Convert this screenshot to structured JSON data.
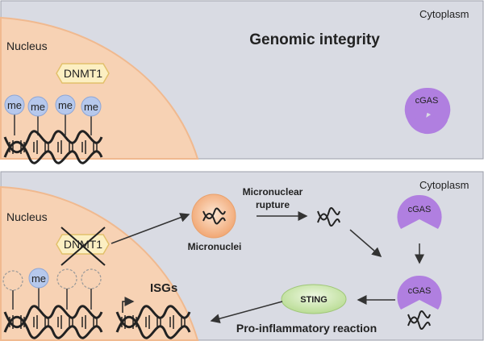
{
  "top_panel": {
    "nucleus_label": "Nucleus",
    "cytoplasm_label": "Cytoplasm",
    "title": "Genomic integrity",
    "dnmt1_label": "DNMT1",
    "methyl_labels": [
      "me",
      "me",
      "me",
      "me"
    ],
    "cgas_label": "cGAS"
  },
  "bottom_panel": {
    "nucleus_label": "Nucleus",
    "cytoplasm_label": "Cytoplasm",
    "dnmt1_label": "DNMT1",
    "methyl_label": "me",
    "micronuclei_label": "Micronuclei",
    "rupture_label_line1": "Micronuclear",
    "rupture_label_line2": "rupture",
    "cgas_top_label": "cGAS",
    "cgas_bottom_label": "cGAS",
    "sting_label": "STING",
    "isgs_label": "ISGs",
    "reaction_label": "Pro-inflammatory reaction"
  },
  "colors": {
    "panel_bg": "#d9dbe3",
    "nucleus_fill": "#f7d2b4",
    "nucleus_edge": "#f0b98f",
    "dnmt1_fill": "#fcefc2",
    "dnmt1_edge": "#e2c06b",
    "methyl_fill": "#b6c8ec",
    "methyl_edge": "#8ea6d6",
    "cgas_fill": "#b07fe0",
    "sting_fill": "#cfe7b0",
    "micronuclei_fill": "#f4b98c",
    "cross": "#222222"
  }
}
